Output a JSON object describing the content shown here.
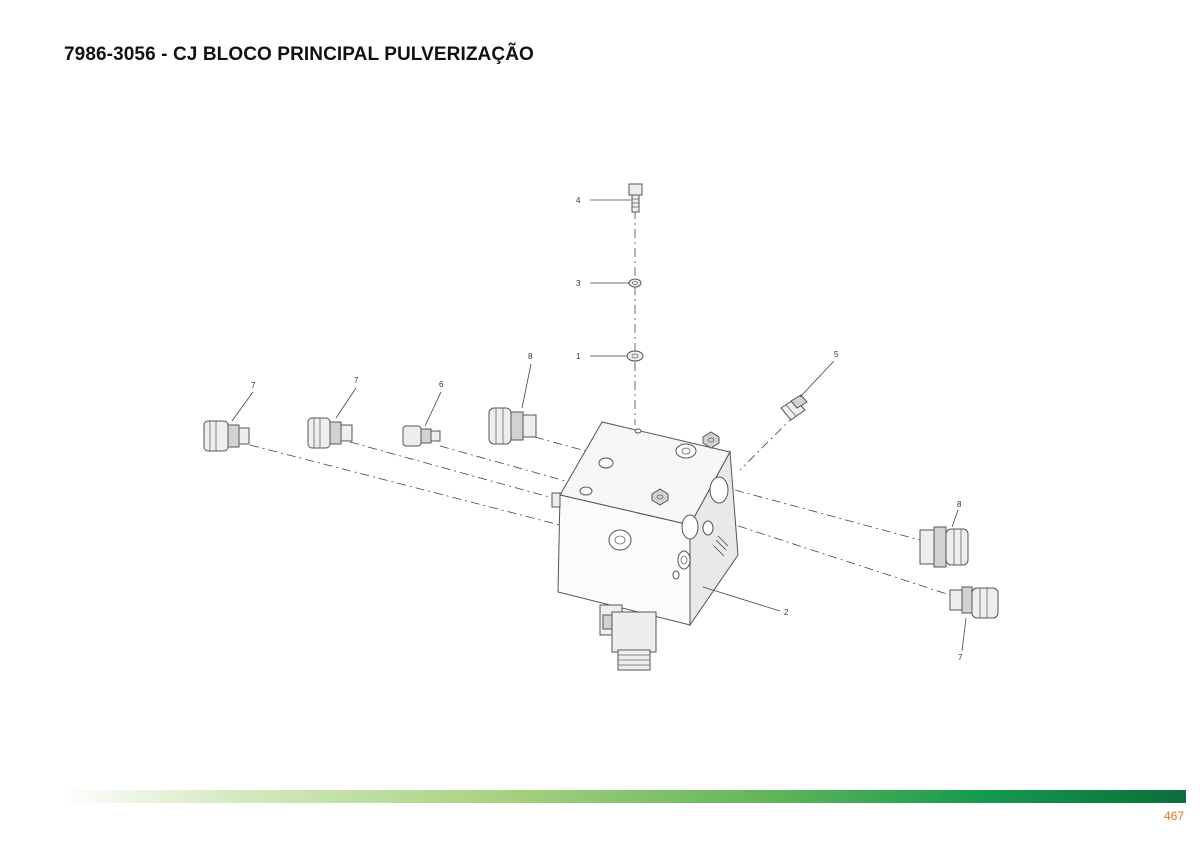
{
  "document": {
    "title": "7986-3056 - CJ BLOCO PRINCIPAL PULVERIZAÇÃO",
    "page_number": "467"
  },
  "diagram": {
    "callouts": {
      "c1": "1",
      "c2": "2",
      "c3": "3",
      "c4": "4",
      "c5": "5",
      "c6": "6",
      "c7a": "7",
      "c7b": "7",
      "c7c": "7",
      "c8a": "8",
      "c8b": "8"
    }
  },
  "colors": {
    "title": "#111111",
    "page_number": "#e0701c",
    "footer_gradient_end": "#0c6d3b"
  }
}
